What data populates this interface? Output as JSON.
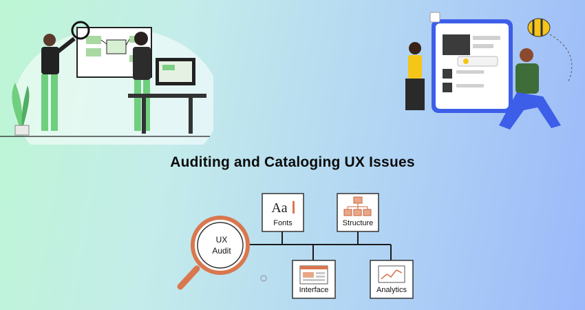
{
  "title": "Auditing and Cataloging UX Issues",
  "center": {
    "line1": "UX",
    "line2": "Audit"
  },
  "nodes": {
    "fonts": {
      "icon": "Aa",
      "label": "Fonts"
    },
    "structure": {
      "label": "Structure"
    },
    "interface": {
      "label": "Interface"
    },
    "analytics": {
      "label": "Analytics"
    }
  },
  "colors": {
    "accent": "#d9774f",
    "box_border": "#333333",
    "line": "#1a1a1a"
  }
}
